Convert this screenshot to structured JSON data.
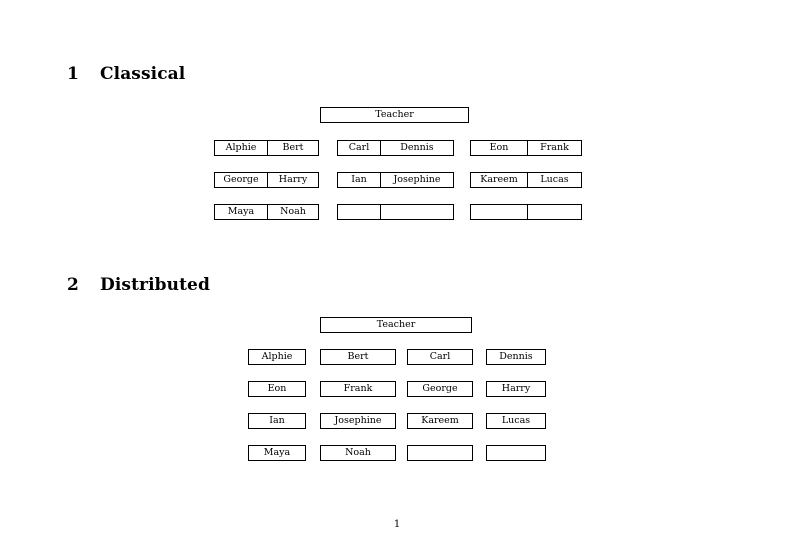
{
  "document": {
    "page_number": "1",
    "background_color": "#ffffff",
    "text_color": "#000000"
  },
  "sections": [
    {
      "number": "1",
      "title": "Classical",
      "teacher_label": "Teacher",
      "groups": [
        {
          "rows": [
            [
              "Alphie",
              "Bert"
            ],
            [
              "George",
              "Harry"
            ],
            [
              "Maya",
              "Noah"
            ]
          ]
        },
        {
          "rows": [
            [
              "Carl",
              "Dennis"
            ],
            [
              "Ian",
              "Josephine"
            ],
            [
              "",
              ""
            ]
          ]
        },
        {
          "rows": [
            [
              "Eon",
              "Frank"
            ],
            [
              "Kareem",
              "Lucas"
            ],
            [
              "",
              ""
            ]
          ]
        }
      ]
    },
    {
      "number": "2",
      "title": "Distributed",
      "teacher_label": "Teacher",
      "rows": [
        [
          "Alphie",
          "Bert",
          "Carl",
          "Dennis"
        ],
        [
          "Eon",
          "Frank",
          "George",
          "Harry"
        ],
        [
          "Ian",
          "Josephine",
          "Kareem",
          "Lucas"
        ],
        [
          "Maya",
          "Noah",
          "",
          ""
        ]
      ]
    }
  ]
}
